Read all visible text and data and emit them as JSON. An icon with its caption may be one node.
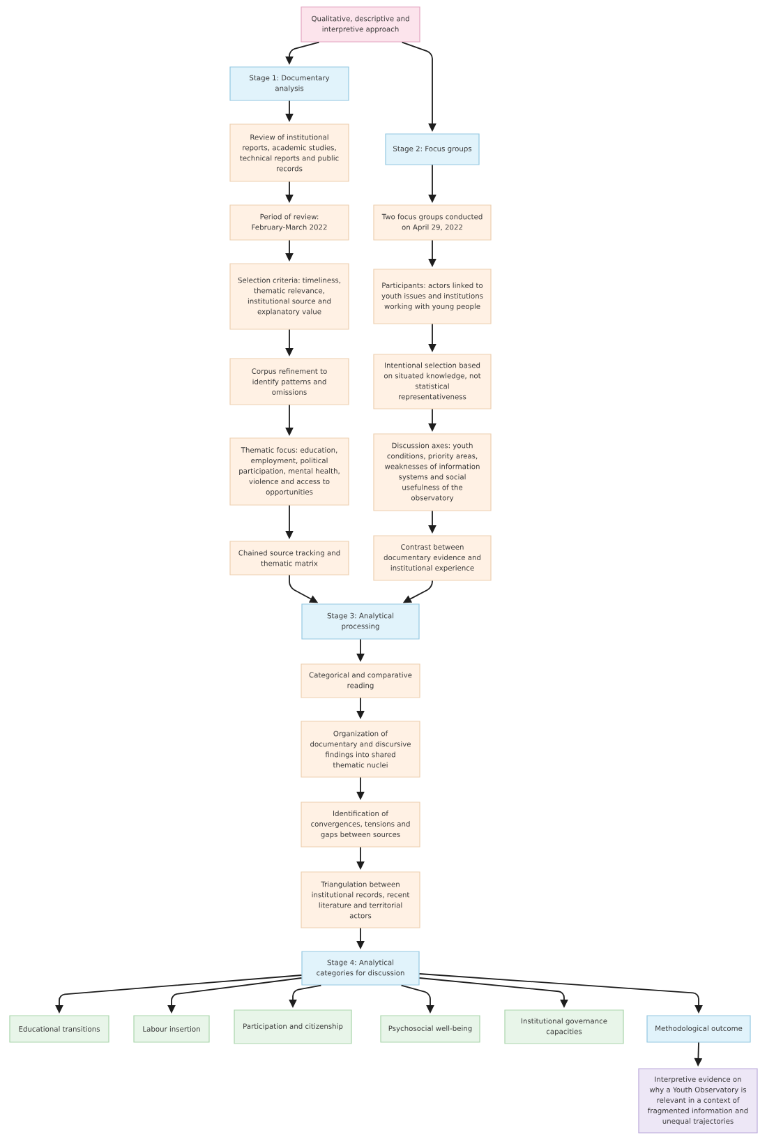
{
  "diagram": {
    "nodes": [
      {
        "text": [
          "Qualitative, descriptive and interpretive approach"
        ]
      },
      {
        "text": [
          "Stage 1: Documentary analysis"
        ]
      },
      {
        "text": [
          "Review of institutional reports, academic studies, technical reports and public records"
        ]
      },
      {
        "text": [
          "Stage 2: Focus groups"
        ]
      },
      {
        "text": [
          "Period of review: February-March 2022"
        ]
      },
      {
        "text": [
          "Two focus groups conducted on April 29, 2022"
        ]
      },
      {
        "text": [
          "Selection criteria: timeliness, thematic relevance, institutional source and explanatory value"
        ]
      },
      {
        "text": [
          "Participants: actors linked to youth issues and institutions working with young people"
        ]
      },
      {
        "text": [
          "Corpus refinement to identify patterns and omissions"
        ]
      },
      {
        "text": [
          "Intentional selection based on situated knowledge, not statistical representativeness"
        ]
      },
      {
        "text": [
          "Thematic focus: education, employment, political participation, mental health, violence and access to opportunities"
        ]
      },
      {
        "text": [
          "Discussion axes: youth conditions, priority areas, weaknesses of information systems and social usefulness of the observatory"
        ]
      },
      {
        "text": [
          "Chained source tracking and thematic matrix"
        ]
      },
      {
        "text": [
          "Contrast between documentary evidence and institutional experience"
        ]
      },
      {
        "text": [
          "Stage 3: Analytical processing"
        ]
      },
      {
        "text": [
          "Categorical and comparative reading"
        ]
      },
      {
        "text": [
          "Organization of documentary and discursive findings into shared thematic nuclei"
        ]
      },
      {
        "text": [
          "Identification of convergences, tensions and gaps between sources"
        ]
      },
      {
        "text": [
          "Triangulation between institutional records, recent literature and territorial actors"
        ]
      },
      {
        "text": [
          "Stage 4: Analytical categories for discussion"
        ]
      },
      {
        "text": [
          "Educational transitions"
        ]
      },
      {
        "text": [
          "Labour insertion"
        ]
      },
      {
        "text": [
          "Participation and citizenship"
        ]
      },
      {
        "text": [
          "Psychosocial well-being"
        ]
      },
      {
        "text": [
          "Institutional governance capacities"
        ]
      },
      {
        "text": [
          "Methodological outcome"
        ]
      },
      {
        "text": [
          "Interpretive evidence on why a Youth Observatory is relevant in a context of fragmented information and unequal trajectories"
        ]
      }
    ],
    "edges": [
      {
        "from": 0,
        "to": 1,
        "arrow": "to"
      },
      {
        "from": 0,
        "to": 3,
        "arrow": "to"
      },
      {
        "from": 1,
        "to": 2,
        "arrow": "to"
      },
      {
        "from": 2,
        "to": 4,
        "arrow": "to"
      },
      {
        "from": 4,
        "to": 6,
        "arrow": "to"
      },
      {
        "from": 6,
        "to": 8,
        "arrow": "to"
      },
      {
        "from": 8,
        "to": 10,
        "arrow": "to"
      },
      {
        "from": 10,
        "to": 12,
        "arrow": "to"
      },
      {
        "from": 3,
        "to": 5,
        "arrow": "to"
      },
      {
        "from": 5,
        "to": 7,
        "arrow": "to"
      },
      {
        "from": 7,
        "to": 9,
        "arrow": "to"
      },
      {
        "from": 9,
        "to": 11,
        "arrow": "to"
      },
      {
        "from": 11,
        "to": 13,
        "arrow": "to"
      },
      {
        "from": 12,
        "to": 14,
        "arrow": "to"
      },
      {
        "from": 13,
        "to": 14,
        "arrow": "to"
      },
      {
        "from": 14,
        "to": 15,
        "arrow": "to"
      },
      {
        "from": 15,
        "to": 16,
        "arrow": "to"
      },
      {
        "from": 16,
        "to": 17,
        "arrow": "to"
      },
      {
        "from": 17,
        "to": 18,
        "arrow": "to"
      },
      {
        "from": 18,
        "to": 19,
        "arrow": "to"
      },
      {
        "from": 19,
        "to": 20,
        "arrow": "to"
      },
      {
        "from": 19,
        "to": 21,
        "arrow": "to"
      },
      {
        "from": 19,
        "to": 22,
        "arrow": "to"
      },
      {
        "from": 19,
        "to": 23,
        "arrow": "to"
      },
      {
        "from": 19,
        "to": 24,
        "arrow": "to"
      },
      {
        "from": 19,
        "to": 25,
        "arrow": "to"
      },
      {
        "from": 25,
        "to": 26,
        "arrow": "to"
      }
    ]
  }
}
